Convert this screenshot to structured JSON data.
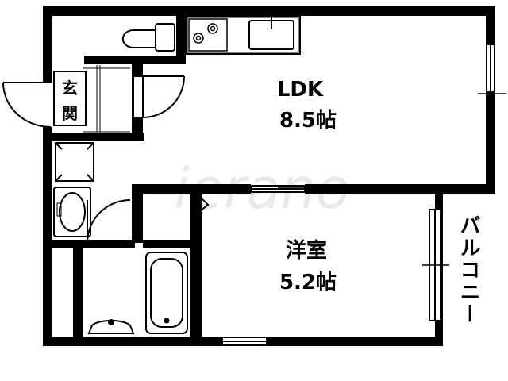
{
  "rooms": {
    "ldk": {
      "name": "LDK",
      "size": "8.5帖"
    },
    "western": {
      "name": "洋室",
      "size": "5.2帖"
    },
    "entrance": {
      "line1": "玄",
      "line2": "関"
    },
    "balcony": {
      "label": "バルコニー"
    }
  },
  "watermark": "ierano"
}
